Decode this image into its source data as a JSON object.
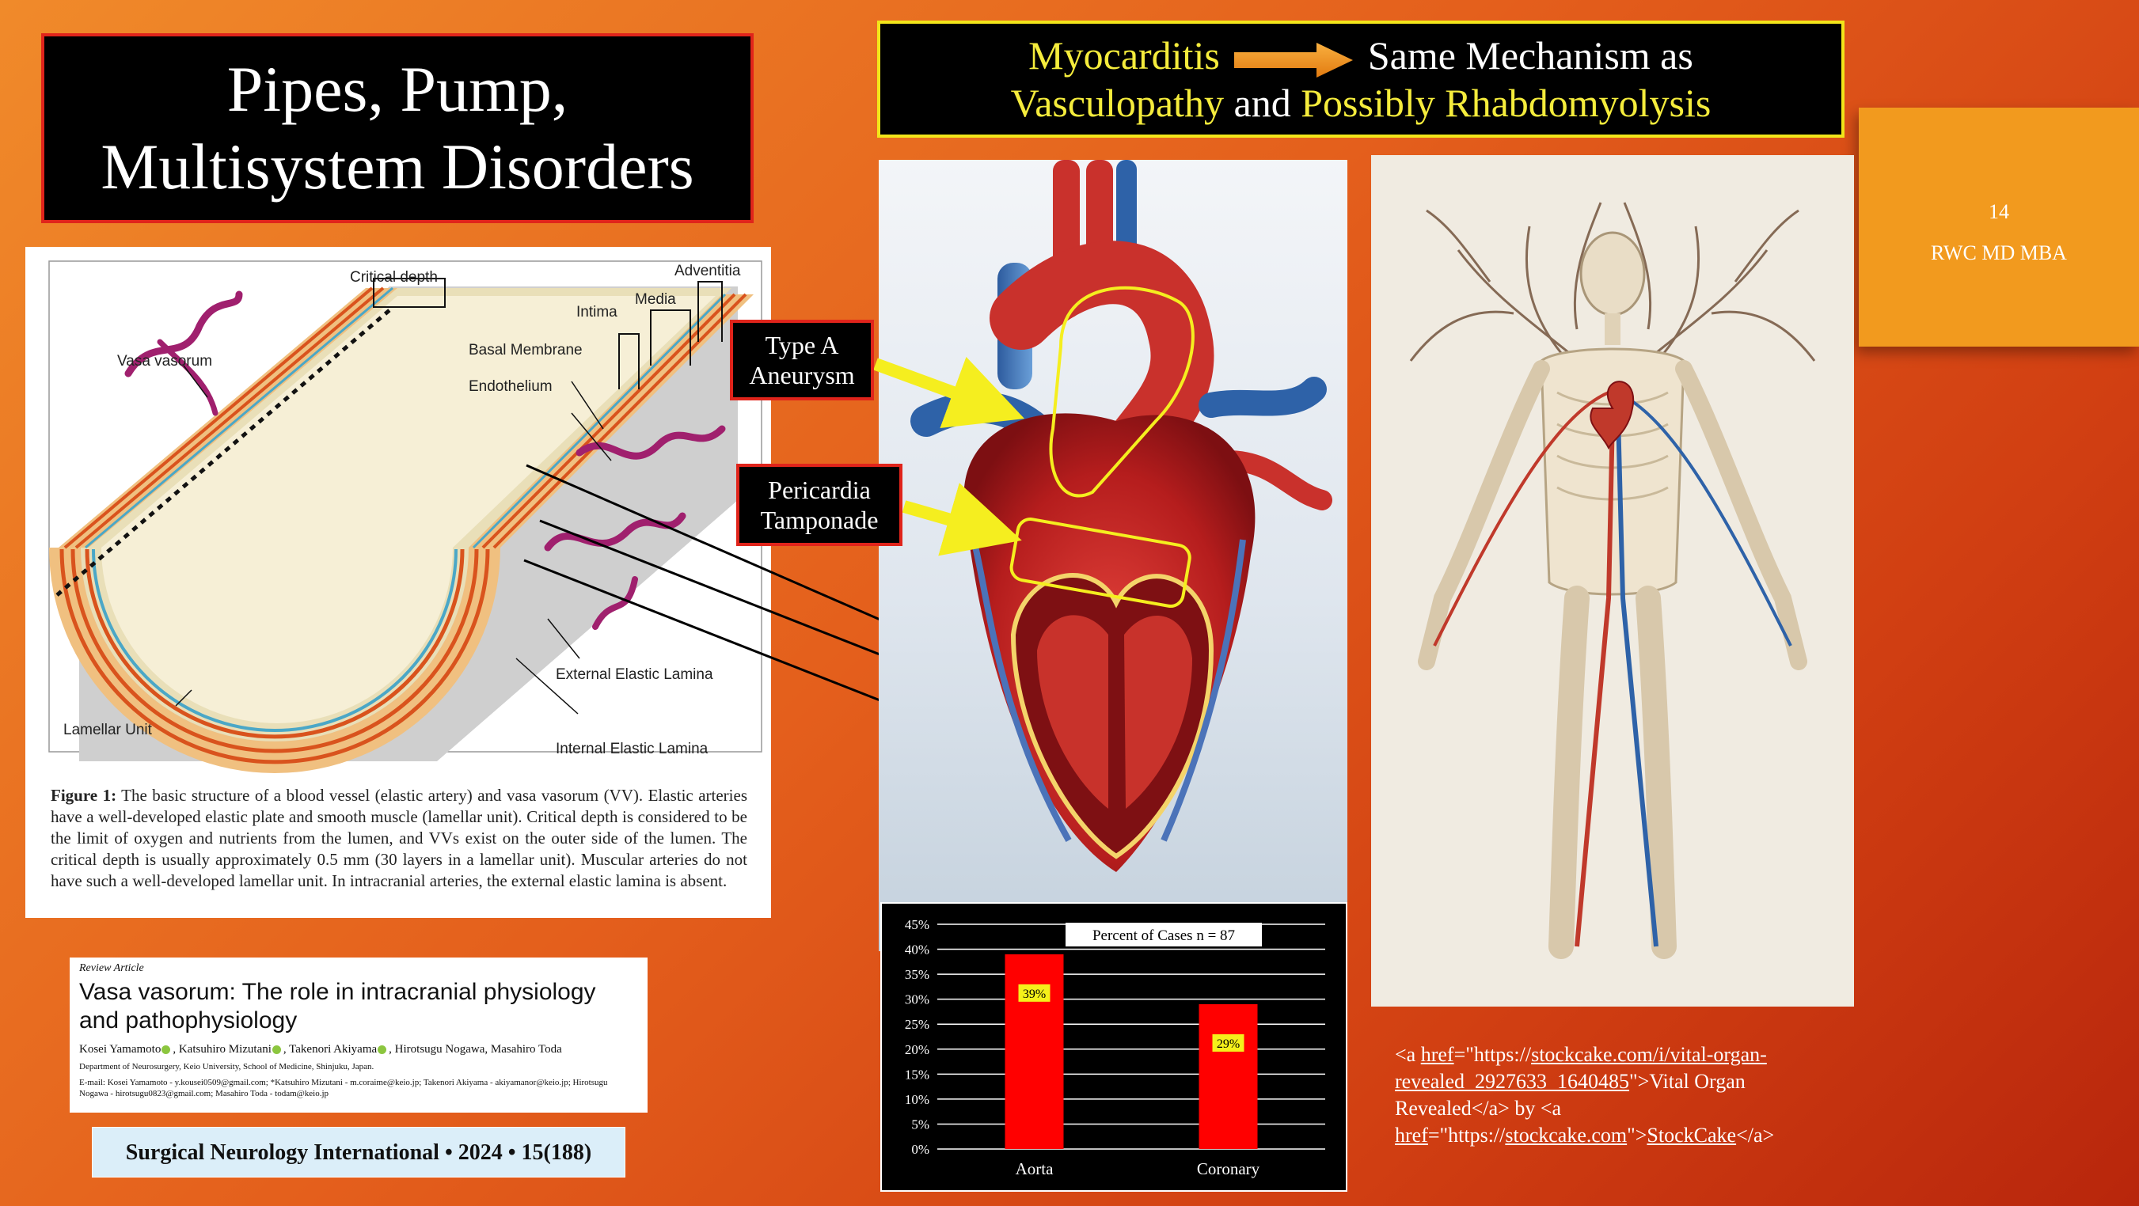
{
  "title": {
    "line1": "Pipes, Pump,",
    "line2": "Multisystem Disorders"
  },
  "banner": {
    "left_term": "Myocarditis",
    "right_text": "Same Mechanism as",
    "line2_term1": "Vasculopathy",
    "line2_and": "and",
    "line2_term2": "Possibly Rhabdomyolysis"
  },
  "slide_info": {
    "number": "14",
    "author": "RWC MD MBA"
  },
  "vessel_figure": {
    "labels": {
      "critical_depth": "Critical depth",
      "adventitia": "Adventitia",
      "media": "Media",
      "intima": "Intima",
      "vasa_vasorum": "Vasa vasorum",
      "basal_membrane": "Basal Membrane",
      "endothelium": "Endothelium",
      "external_elastic_lamina": "External Elastic Lamina",
      "lamellar_unit": "Lamellar Unit",
      "internal_elastic_lamina": "Internal Elastic Lamina"
    },
    "caption_label": "Figure 1:",
    "caption_text": "The basic structure of a blood vessel (elastic artery) and vasa vasorum (VV). Elastic arteries have a well-developed elastic plate and smooth muscle (lamellar unit). Critical depth is considered to be the limit of oxygen and nutrients from the lumen, and VVs exist on the outer side of the lumen. The critical depth is usually approximately 0.5 mm (30 layers in a lamellar unit). Muscular arteries do not have such a well-developed lamellar unit. In intracranial arteries, the external elastic lamina is absent."
  },
  "article": {
    "kind": "Review Article",
    "title": "Vasa vasorum: The role in intracranial physiology and pathophysiology",
    "authors": [
      "Kosei Yamamoto",
      "Katsuhiro Mizutani",
      "Takenori Akiyama",
      "Hirotsugu Nogawa",
      "Masahiro Toda"
    ],
    "department": "Department of Neurosurgery, Keio University, School of Medicine, Shinjuku, Japan.",
    "emails": "E-mail: Kosei Yamamoto - y.kousei0509@gmail.com; *Katsuhiro Mizutani - m.coraime@keio.jp; Takenori Akiyama - akiyamanor@keio.jp; Hirotsugu Nogawa - hirotsugu0823@gmail.com; Masahiro Toda - todam@keio.jp",
    "journal": "Surgical Neurology International • 2024 • 15(188)"
  },
  "callouts": {
    "type_a": {
      "line1": "Type A",
      "line2": "Aneurysm"
    },
    "pericardia": {
      "line1": "Pericardia",
      "line2": "Tamponade"
    }
  },
  "colors": {
    "callout_arrow": "#f5ee1f",
    "bar": "#ff0000",
    "highlight": "#f5ec3c"
  },
  "chart_data": {
    "type": "bar",
    "title": "Percent of Cases n = 87",
    "categories": [
      "Aorta",
      "Coronary"
    ],
    "values": [
      39,
      29
    ],
    "data_labels": [
      "39%",
      "29%"
    ],
    "yticks": [
      "0%",
      "5%",
      "10%",
      "15%",
      "20%",
      "25%",
      "30%",
      "35%",
      "40%",
      "45%"
    ],
    "ylim": [
      0,
      45
    ],
    "grid": true
  },
  "credit": {
    "p1": "<a ",
    "href1": "href",
    "p2": "=\"https://",
    "link1": "stockcake.com/i/vital-organ-revealed_2927633_1640485",
    "p3": "\">Vital Organ Revealed</a> by <a ",
    "href2": "href",
    "p4": "=\"https://",
    "link2": "stockcake.com",
    "p5": "\">",
    "link3": "StockCake",
    "p6": "</a>"
  }
}
